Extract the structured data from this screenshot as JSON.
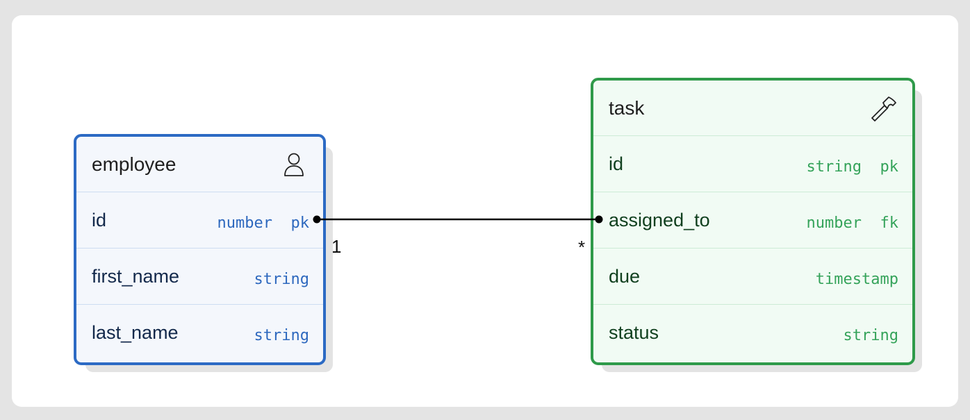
{
  "colors": {
    "employee_border": "#2c6ac4",
    "task_border": "#2f9a4a",
    "connector": "#000000"
  },
  "employee": {
    "title": "employee",
    "icon": "user-icon",
    "columns": [
      {
        "name": "id",
        "type": "number  pk"
      },
      {
        "name": "first_name",
        "type": "string"
      },
      {
        "name": "last_name",
        "type": "string"
      }
    ]
  },
  "task": {
    "title": "task",
    "icon": "hammer-icon",
    "columns": [
      {
        "name": "id",
        "type": "string  pk"
      },
      {
        "name": "assigned_to",
        "type": "number  fk"
      },
      {
        "name": "due",
        "type": "timestamp"
      },
      {
        "name": "status",
        "type": "string"
      }
    ]
  },
  "relationship": {
    "from": "employee.id",
    "to": "task.assigned_to",
    "from_multiplicity": "1",
    "to_multiplicity": "*"
  }
}
